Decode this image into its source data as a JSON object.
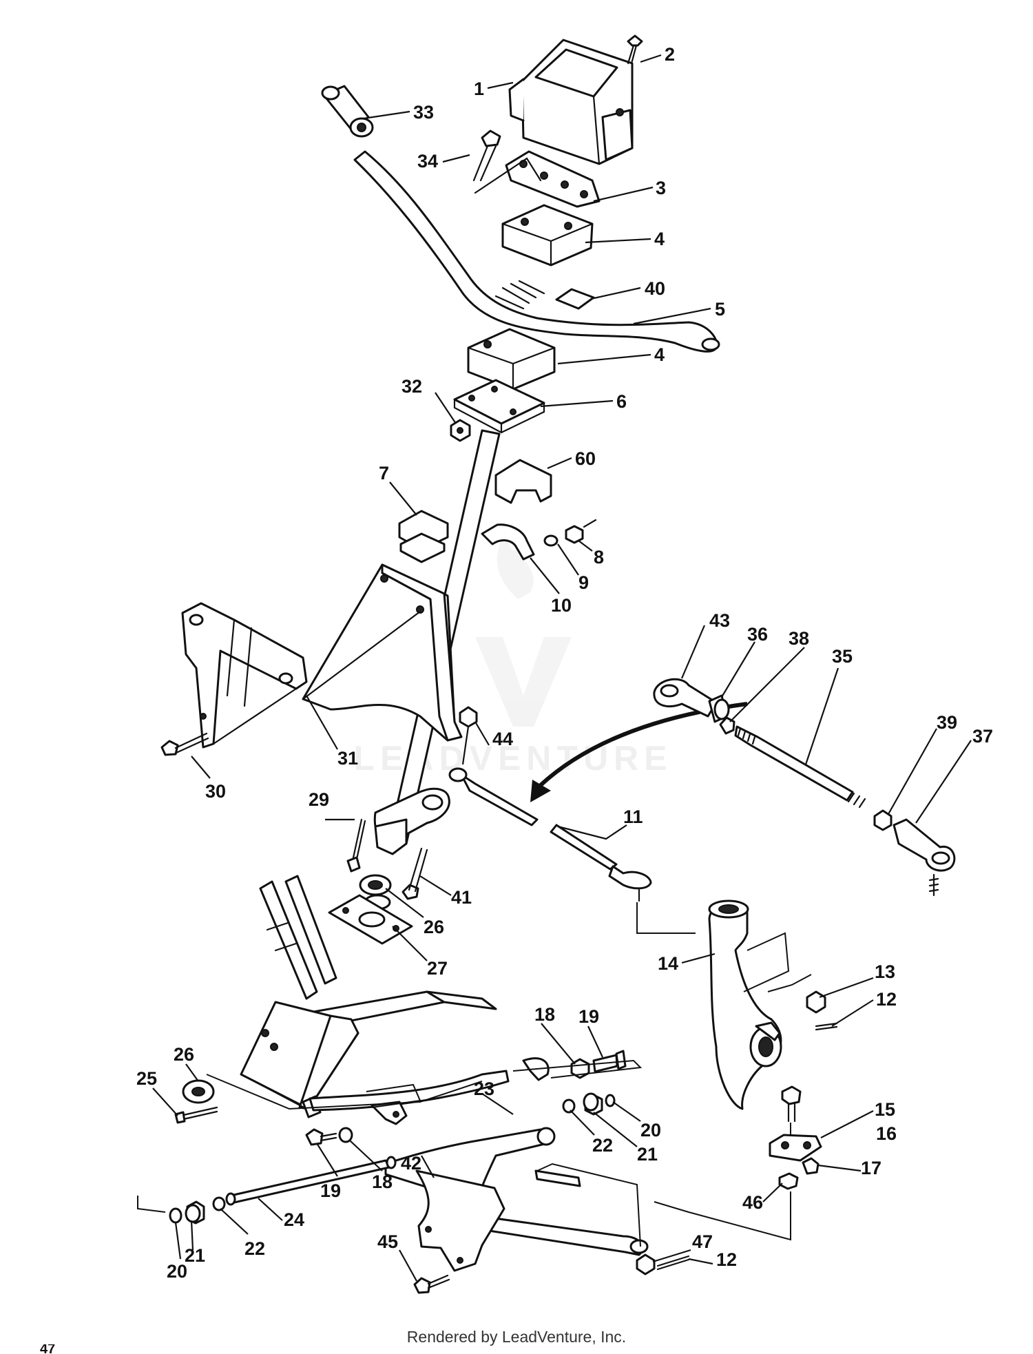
{
  "watermark": {
    "brand": "LEADVENTURE"
  },
  "footer": {
    "text": "Rendered by LeadVenture, Inc."
  },
  "corner_mark": "47",
  "callouts": [
    {
      "label": "1"
    },
    {
      "label": "2"
    },
    {
      "label": "33"
    },
    {
      "label": "34"
    },
    {
      "label": "3"
    },
    {
      "label": "4"
    },
    {
      "label": "40"
    },
    {
      "label": "5"
    },
    {
      "label": "4"
    },
    {
      "label": "32"
    },
    {
      "label": "6"
    },
    {
      "label": "60"
    },
    {
      "label": "7"
    },
    {
      "label": "8"
    },
    {
      "label": "9"
    },
    {
      "label": "10"
    },
    {
      "label": "43"
    },
    {
      "label": "36"
    },
    {
      "label": "38"
    },
    {
      "label": "35"
    },
    {
      "label": "39"
    },
    {
      "label": "37"
    },
    {
      "label": "44"
    },
    {
      "label": "31"
    },
    {
      "label": "30"
    },
    {
      "label": "29"
    },
    {
      "label": "11"
    },
    {
      "label": "41"
    },
    {
      "label": "26"
    },
    {
      "label": "27"
    },
    {
      "label": "14"
    },
    {
      "label": "13"
    },
    {
      "label": "12"
    },
    {
      "label": "18"
    },
    {
      "label": "19"
    },
    {
      "label": "26"
    },
    {
      "label": "25"
    },
    {
      "label": "23"
    },
    {
      "label": "20"
    },
    {
      "label": "22"
    },
    {
      "label": "21"
    },
    {
      "label": "15"
    },
    {
      "label": "16"
    },
    {
      "label": "19"
    },
    {
      "label": "18"
    },
    {
      "label": "42"
    },
    {
      "label": "17"
    },
    {
      "label": "46"
    },
    {
      "label": "24"
    },
    {
      "label": "21"
    },
    {
      "label": "22"
    },
    {
      "label": "20"
    },
    {
      "label": "45"
    },
    {
      "label": "47"
    },
    {
      "label": "12"
    }
  ]
}
